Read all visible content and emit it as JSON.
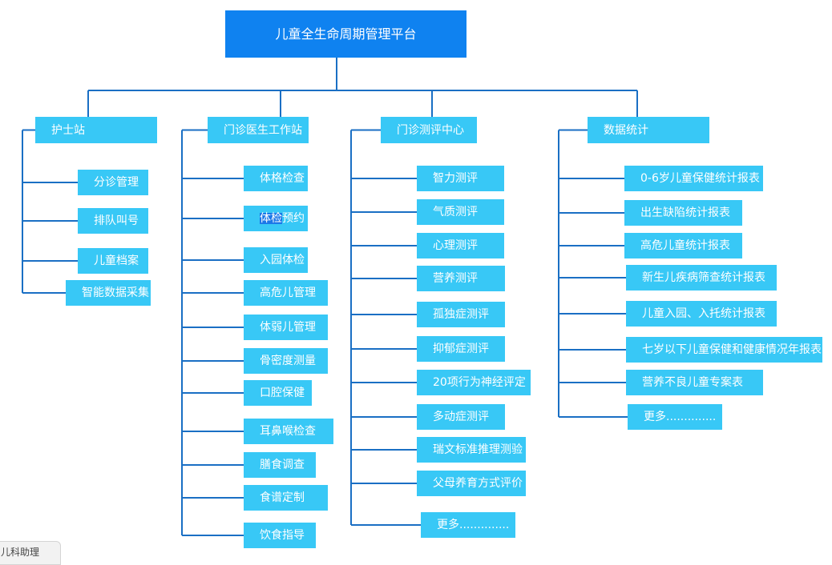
{
  "root": "儿童全生命周期管理平台",
  "columns": [
    {
      "title": "护士站",
      "items": [
        "分诊管理",
        "排队叫号",
        "儿童档案",
        "智能数据采集"
      ]
    },
    {
      "title": "门诊医生工作站",
      "items": [
        "体格检查",
        "体检预约",
        "入园体检",
        "高危儿管理",
        "体弱儿管理",
        "骨密度测量",
        "口腔保健",
        "耳鼻喉检查",
        "膳食调查",
        "食谱定制",
        "饮食指导"
      ]
    },
    {
      "title": "门诊测评中心",
      "items": [
        "智力测评",
        "气质测评",
        "心理测评",
        "营养测评",
        "孤独症测评",
        "抑郁症测评",
        "20项行为神经评定",
        "多动症测评",
        "瑞文标准推理测验",
        "父母养育方式评价",
        "更多.............."
      ]
    },
    {
      "title": "数据统计",
      "items": [
        "0-6岁儿童保健统计报表",
        "出生缺陷统计报表",
        "高危儿童统计报表",
        "新生儿疾病筛查统计报表",
        "儿童入园、入托统计报表",
        "七岁以下儿童保健和健康情况年报表",
        "营养不良儿童专案表",
        "更多.............."
      ]
    }
  ],
  "corner_text": "儿科助理",
  "colors": {
    "box": "#38c8f6",
    "root": "#0f82f0",
    "line": "#1a6fc4"
  }
}
